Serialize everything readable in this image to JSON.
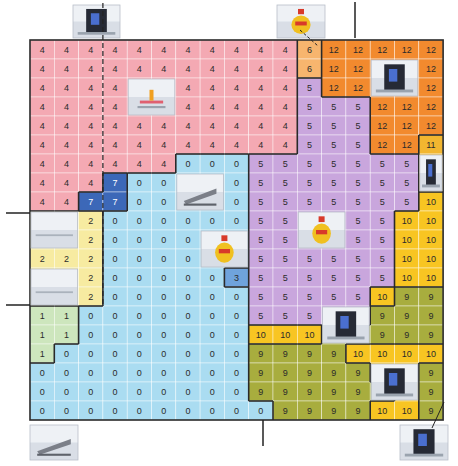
{
  "diagram": {
    "labels": [
      "4",
      "4",
      "4",
      "4",
      "4",
      "4",
      "4",
      "4",
      "4",
      "4",
      "4",
      "6",
      "12",
      "12",
      "12",
      "12",
      "12",
      "4",
      "4",
      "4",
      "4",
      "4",
      "4",
      "4",
      "4",
      "4",
      "4",
      "4",
      "6",
      "12",
      "12",
      "12",
      "4",
      "4",
      "4",
      "4",
      "4",
      "4",
      "4",
      "4",
      "4",
      "5",
      "12",
      "12",
      "12",
      "4",
      "4",
      "4",
      "4",
      "4",
      "4",
      "4",
      "4",
      "4",
      "5",
      "5",
      "5",
      "12",
      "12",
      "12",
      "4",
      "4",
      "4",
      "4",
      "4",
      "4",
      "4",
      "4",
      "4",
      "4",
      "4",
      "5",
      "5",
      "5",
      "12",
      "12",
      "12",
      "4",
      "4",
      "4",
      "4",
      "4",
      "4",
      "4",
      "4",
      "4",
      "4",
      "4",
      "5",
      "5",
      "5",
      "12",
      "12",
      "11",
      "4",
      "4",
      "4",
      "4",
      "4",
      "4",
      "0",
      "0",
      "0",
      "5",
      "5",
      "5",
      "5",
      "5",
      "5",
      "5",
      "4",
      "4",
      "4",
      "7",
      "0",
      "0",
      "0",
      "5",
      "5",
      "5",
      "5",
      "5",
      "5",
      "5",
      "4",
      "4",
      "7",
      "7",
      "0",
      "0",
      "0",
      "5",
      "5",
      "5",
      "5",
      "5",
      "5",
      "5",
      "10",
      "2",
      "0",
      "0",
      "0",
      "0",
      "0",
      "0",
      "5",
      "5",
      "5",
      "5",
      "10",
      "10",
      "2",
      "0",
      "0",
      "0",
      "0",
      "5",
      "5",
      "5",
      "5",
      "10",
      "10",
      "2",
      "2",
      "2",
      "0",
      "0",
      "0",
      "0",
      "5",
      "5",
      "5",
      "5",
      "5",
      "5",
      "10",
      "10",
      "2",
      "0",
      "0",
      "0",
      "0",
      "0",
      "3",
      "5",
      "5",
      "5",
      "5",
      "5",
      "5",
      "10",
      "10",
      "2",
      "0",
      "0",
      "0",
      "0",
      "0",
      "0",
      "5",
      "5",
      "5",
      "5",
      "5",
      "10",
      "9",
      "9",
      "1",
      "1",
      "0",
      "0",
      "0",
      "0",
      "0",
      "0",
      "0",
      "5",
      "5",
      "5",
      "9",
      "9",
      "9",
      "1",
      "1",
      "0",
      "0",
      "0",
      "0",
      "0",
      "0",
      "0",
      "10",
      "10",
      "10",
      "9",
      "9",
      "9",
      "1",
      "0",
      "0",
      "0",
      "0",
      "0",
      "0",
      "0",
      "0",
      "9",
      "9",
      "9",
      "9",
      "10",
      "10",
      "10",
      "10",
      "0",
      "0",
      "0",
      "0",
      "0",
      "0",
      "0",
      "0",
      "0",
      "9",
      "9",
      "9",
      "9",
      "9",
      "9",
      "0",
      "0",
      "0",
      "0",
      "0",
      "0",
      "0",
      "0",
      "0",
      "9",
      "9",
      "9",
      "9",
      "9",
      "9",
      "0",
      "0",
      "0",
      "0",
      "0",
      "0",
      "0",
      "0",
      "0",
      "0",
      "9",
      "9",
      "9",
      "9",
      "10",
      "10",
      "9"
    ]
  }
}
